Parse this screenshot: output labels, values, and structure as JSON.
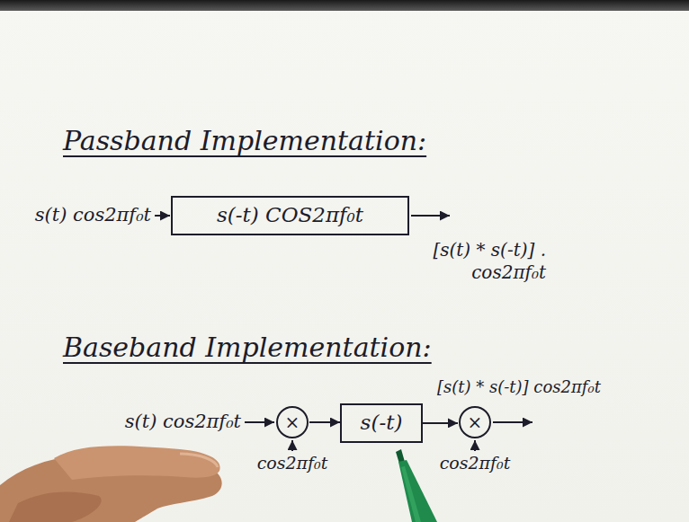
{
  "diagram": {
    "nodes": [
      {
        "text": [
          "s(-t) COS2πf₀t"
        ]
      },
      {
        "text": [
          "×"
        ]
      },
      {
        "text": [
          "s(-t)"
        ]
      },
      {
        "text": [
          "×"
        ]
      }
    ],
    "edges": [
      {
        "from": 1,
        "to": 2,
        "arrow": "to"
      },
      {
        "from": 2,
        "to": 3,
        "arrow": "to"
      }
    ],
    "labels": [
      "Passband Implementation:",
      "s(t) cos2πf₀t",
      "[s(t) * s(-t)] . cos2πf₀t",
      "Baseband Implementation:",
      "s(t) cos2πf₀t",
      "cos2πf₀t",
      "[s(t) * s(-t)] cos2πf₀t",
      "cos2πf₀t"
    ]
  }
}
